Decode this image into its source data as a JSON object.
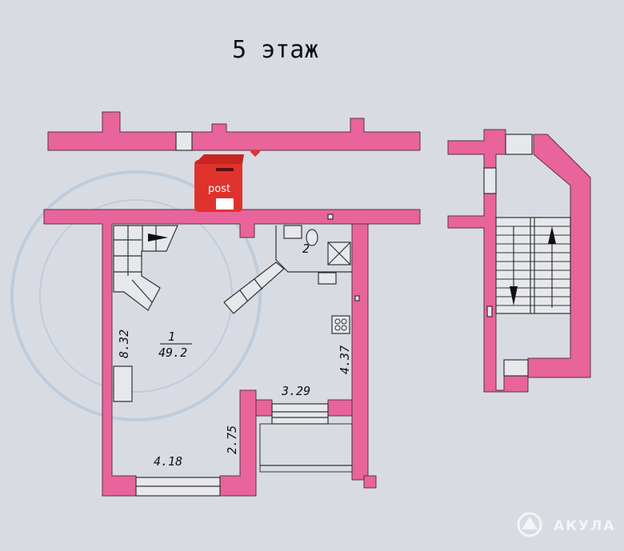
{
  "title": "5 этаж",
  "rooms": [
    {
      "number": "1",
      "area": "49.2"
    },
    {
      "number": "2"
    }
  ],
  "dimensions": {
    "left_height": "8.32",
    "right_height": "4.37",
    "kitchen_width": "3.29",
    "niche_height": "2.75",
    "bottom_width": "4.18"
  },
  "sticker": {
    "label": "post"
  },
  "watermark": {
    "brand": "АКУЛА"
  },
  "colors": {
    "wall": "#e8649a",
    "background": "#d8dce2",
    "mailbox": "#e0322c"
  }
}
